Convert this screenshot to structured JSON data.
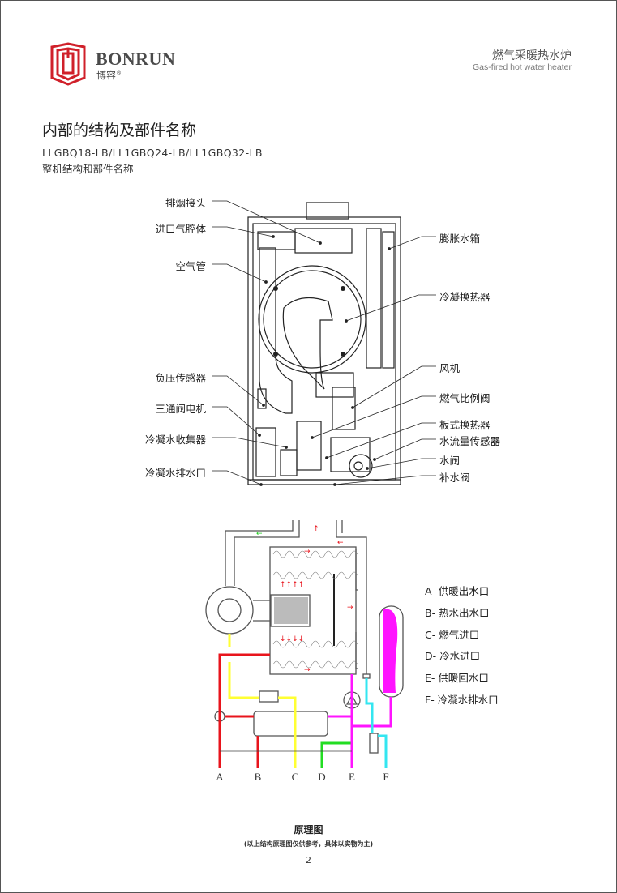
{
  "header": {
    "brand": "BONRUN",
    "brand_cn": "博容",
    "brand_mark": "®",
    "product_cn": "燃气采暖热水炉",
    "product_en": "Gas-fired hot water heater"
  },
  "section": {
    "title": "内部的结构及部件名称",
    "models": "LLGBQ18-LB/LL1GBQ24-LB/LL1GBQ32-LB",
    "subtitle": "整机结构和部件名称"
  },
  "parts_left": [
    "排烟接头",
    "进口气腔体",
    "空气管",
    "负压传感器",
    "三通阀电机",
    "冷凝水收集器",
    "冷凝水排水口"
  ],
  "parts_right": [
    "膨胀水箱",
    "冷凝换热器",
    "风机",
    "燃气比例阀",
    "板式换热器",
    "水流量传感器",
    "水阀",
    "补水阀"
  ],
  "schematic": {
    "ports": [
      "A",
      "B",
      "C",
      "D",
      "E",
      "F"
    ],
    "legend": [
      "A- 供暖出水口",
      "B- 热水出水口",
      "C- 燃气进口",
      "D- 冷水进口",
      "E- 供暖回水口",
      "F- 冷凝水排水口"
    ],
    "colors": {
      "heating": "#e8141c",
      "gas": "#ffff33",
      "cold": "#22dd22",
      "return": "#ff14ff",
      "condensate": "#33e6f0",
      "arrow_red": "#e8141c",
      "arrow_green": "#22cc22"
    },
    "caption": "原理图",
    "note": "(以上结构原理图仅供参考，具体以实物为主)"
  },
  "page_number": "2"
}
